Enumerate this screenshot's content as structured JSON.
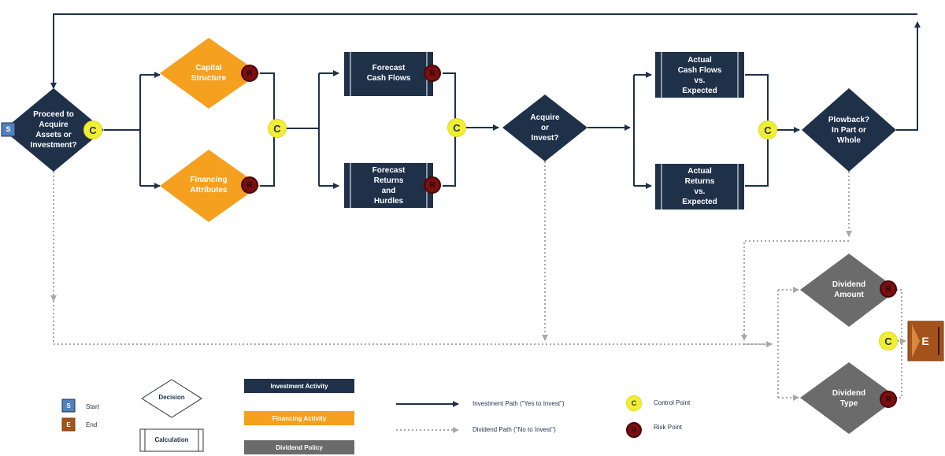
{
  "nodes": {
    "proceed": "Proceed to\nAcquire\nAssets or\nInvestment?",
    "capital_structure": "Capital\nStructure",
    "financing_attributes": "Financing\nAttributes",
    "forecast_cash_flows": "Forecast\nCash Flows",
    "forecast_returns": "Forecast\nReturns\nand\nHurdles",
    "acquire_invest": "Acquire\nor\nInvest?",
    "actual_cash_flows": "Actual\nCash Flows\nvs.\nExpected",
    "actual_returns": "Actual\nReturns\nvs.\nExpected",
    "plowback": "Plowback?\nIn Part or\nWhole",
    "dividend_amount": "Dividend\nAmount",
    "dividend_type": "Dividend\nType"
  },
  "markers": {
    "start": "S",
    "end": "E",
    "control": "C",
    "risk": "R"
  },
  "legend": {
    "start": "Start",
    "end": "End",
    "decision": "Decision",
    "calculation": "Calculation",
    "investment_activity": "Investment  Activity",
    "financing_activity": "Financing  Activity",
    "dividend_policy": "Dividend Policy",
    "investment_path": "Investment Path (\"Yes to Invest\")",
    "dividend_path": "Dividend Path (\"No to Invest\")",
    "control_point": "Control Point",
    "risk_point": "Risk Point"
  },
  "colors": {
    "navy": "#1f3049",
    "orange": "#f5a01e",
    "gray": "#6b6b6b",
    "control_yellow": "#f2ee32",
    "risk_red": "#7a0f12",
    "end_brown": "#a5531c"
  }
}
